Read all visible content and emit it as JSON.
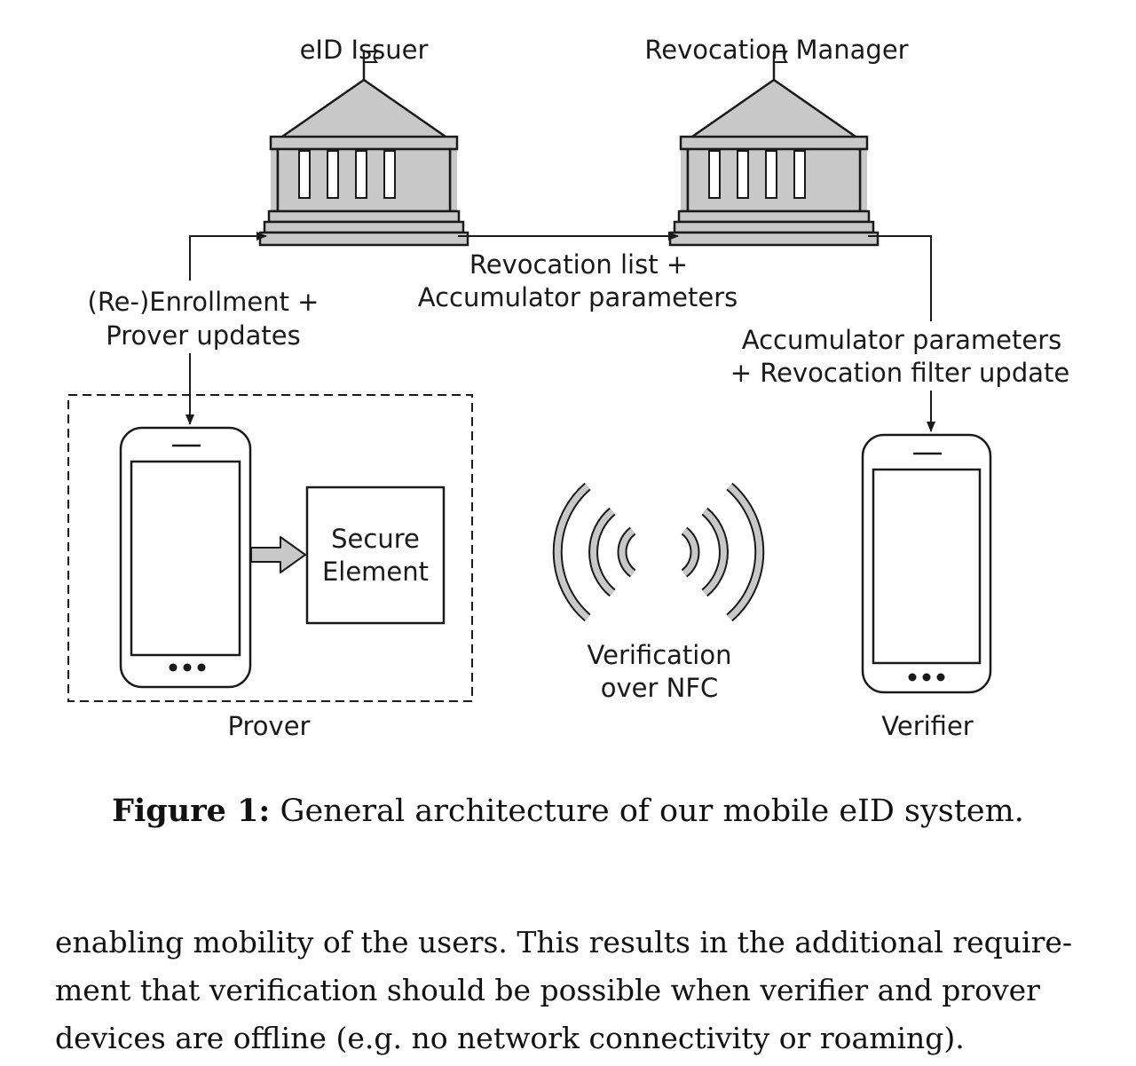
{
  "diagram": {
    "issuer_label": "eID Issuer",
    "revocation_manager_label": "Revocation Manager",
    "revocation_list_line1": "Revocation list +",
    "revocation_list_line2": "Accumulator parameters",
    "enrollment_line1": "(Re-)Enrollment +",
    "enrollment_line2": "Prover updates",
    "accumulator_line1": "Accumulator parameters",
    "accumulator_line2": "+ Revocation filter update",
    "secure_element_line1": "Secure",
    "secure_element_line2": "Element",
    "nfc_line1": "Verification",
    "nfc_line2": "over NFC",
    "prover_label": "Prover",
    "verifier_label": "Verifier"
  },
  "caption": {
    "label": "Figure 1:",
    "text": " General architecture of our mobile eID system."
  },
  "body_text": {
    "line1": "enabling mobility of the users. This results in the additional require-",
    "line2": "ment that verification should be possible when verifier and prover",
    "line3": "devices are offline (e.g. no network connectivity or roaming)."
  },
  "colors": {
    "building_fill": "#c8c8c8",
    "stroke": "#1a1a1a"
  }
}
